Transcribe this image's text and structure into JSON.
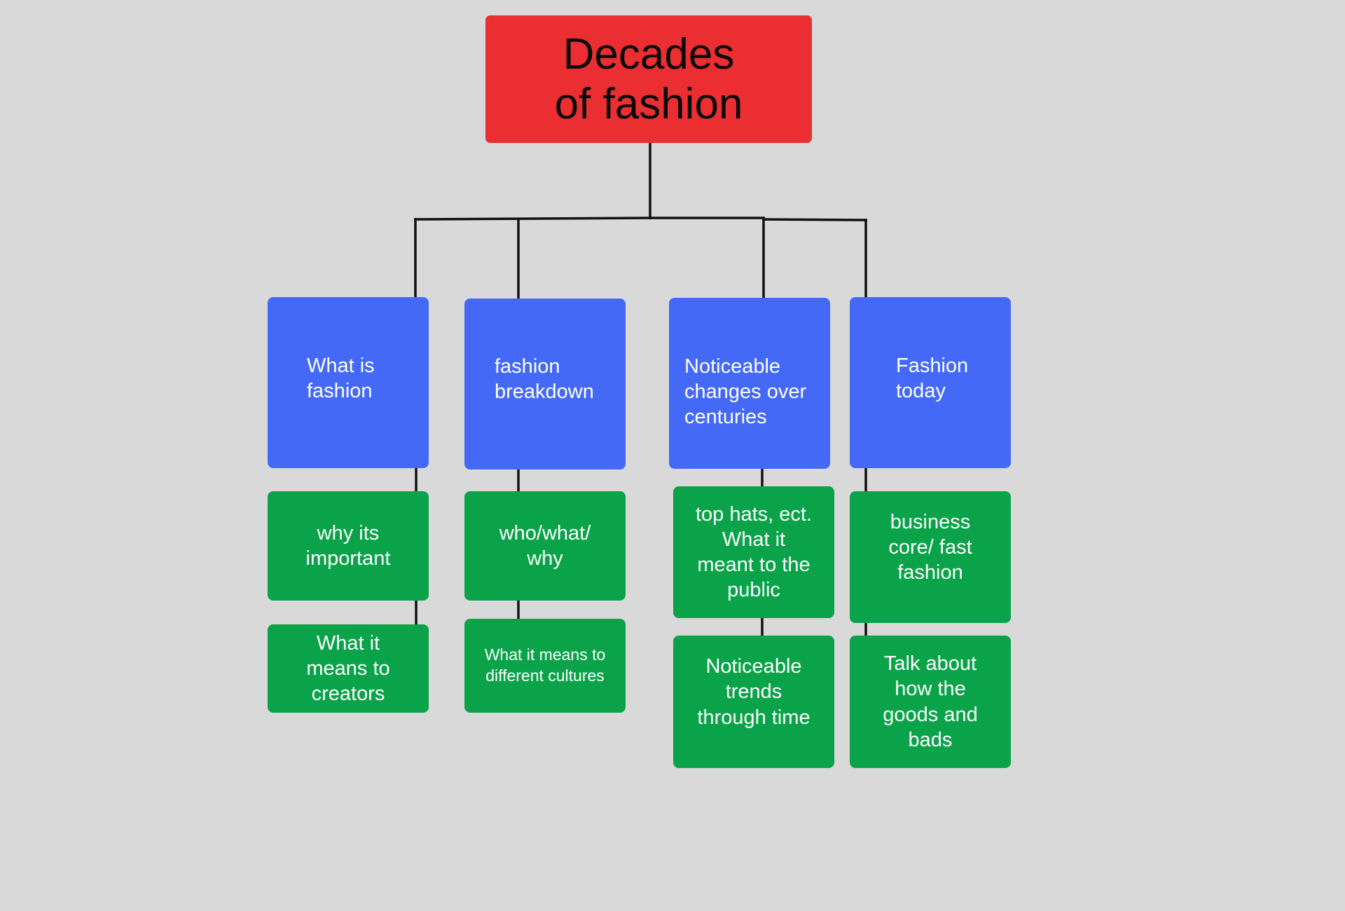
{
  "colors": {
    "background": "#d9d9d9",
    "root_fill": "#ea2e31",
    "topic_fill": "#4469f6",
    "sub_fill": "#0aa349",
    "connector": "#111111"
  },
  "diagram": {
    "root": {
      "lines": [
        "Decades",
        "of fashion"
      ]
    },
    "topics": [
      {
        "lines": [
          "What is",
          "fashion"
        ],
        "children": [
          {
            "lines": [
              "why its",
              "important"
            ]
          },
          {
            "lines": [
              "What it",
              "means to",
              "creators"
            ]
          }
        ]
      },
      {
        "lines": [
          "fashion",
          "breakdown"
        ],
        "children": [
          {
            "lines": [
              "who/what/",
              "why"
            ]
          },
          {
            "lines": [
              "What it means to",
              "different cultures"
            ]
          }
        ]
      },
      {
        "lines": [
          "Noticeable",
          "changes over",
          "centuries"
        ],
        "children": [
          {
            "lines": [
              "top hats, ect.",
              "What it",
              "meant to the",
              "public"
            ]
          },
          {
            "lines": [
              "Noticeable",
              "trends",
              "through time"
            ]
          }
        ]
      },
      {
        "lines": [
          "Fashion",
          "today"
        ],
        "children": [
          {
            "lines": [
              "business",
              "core/ fast",
              "fashion"
            ]
          },
          {
            "lines": [
              "Talk about",
              "how the",
              "goods and",
              "bads"
            ]
          }
        ]
      }
    ]
  }
}
